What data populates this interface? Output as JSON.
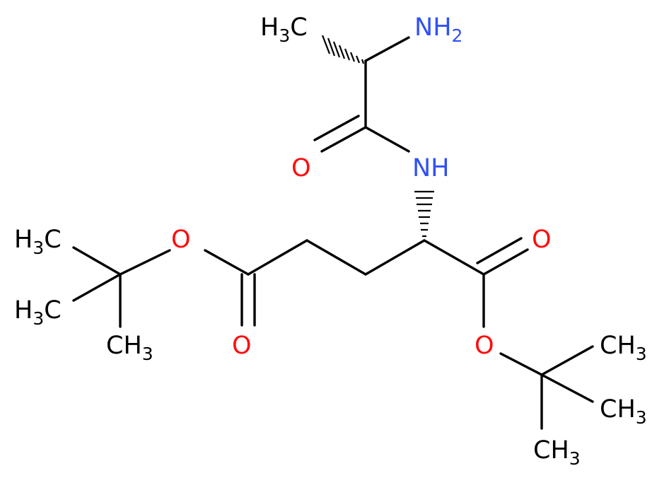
{
  "molecule": {
    "labels": {
      "ch3_alanine": "H3C",
      "nh2": "NH2",
      "o_amide": "O",
      "nh_amide": "NH",
      "o_ester_left": "O",
      "o_carbonyl_left": "O",
      "o_carbonyl_right": "O",
      "o_ester_right": "O",
      "ch3_left_top": "H3C",
      "ch3_left_mid": "H3C",
      "ch3_left_bottom": "CH3",
      "ch3_right_top": "CH3",
      "ch3_right_mid": "CH3",
      "ch3_right_bottom": "CH3"
    },
    "colors": {
      "carbon": "#000000",
      "nitrogen": "#3050F8",
      "oxygen": "#FF0D0D"
    }
  }
}
